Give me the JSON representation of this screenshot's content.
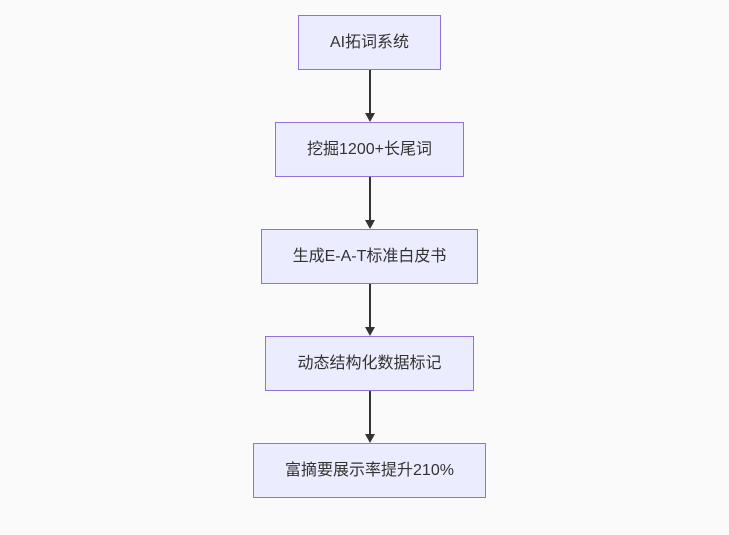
{
  "diagram": {
    "type": "flowchart",
    "direction": "top-down",
    "nodes": [
      {
        "id": "step1",
        "label": "AI拓词系统"
      },
      {
        "id": "step2",
        "label": "挖掘1200+长尾词"
      },
      {
        "id": "step3",
        "label": "生成E-A-T标准白皮书"
      },
      {
        "id": "step4",
        "label": "动态结构化数据标记"
      },
      {
        "id": "step5",
        "label": "富摘要展示率提升210%"
      }
    ],
    "edges": [
      {
        "from": "step1",
        "to": "step2"
      },
      {
        "from": "step2",
        "to": "step3"
      },
      {
        "from": "step3",
        "to": "step4"
      },
      {
        "from": "step4",
        "to": "step5"
      }
    ],
    "colors": {
      "node_fill": "#ECECFF",
      "node_border": "#9370DB",
      "arrow": "#333333",
      "text": "#333333",
      "background": "#FAFAFA"
    }
  }
}
